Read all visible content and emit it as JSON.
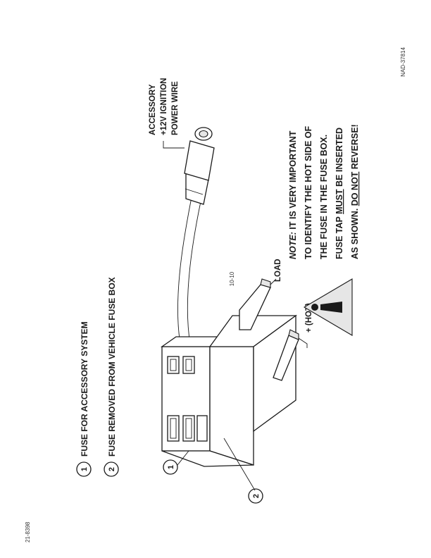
{
  "legend": {
    "items": [
      {
        "num": "1",
        "label": "FUSE FOR ACCESSORY SYSTEM"
      },
      {
        "num": "2",
        "label": "FUSE REMOVED FROM VEHICLE FUSE BOX"
      }
    ]
  },
  "callouts": {
    "power_wire": [
      "ACCESSORY",
      "+12V IGNITION",
      "POWER WIRE"
    ],
    "load": "LOAD",
    "hot": "+ (HOT)",
    "num1": "1",
    "num2": "2"
  },
  "note": {
    "lead": "NOTE:",
    "line1_rest": " IT IS VERY IMPORTANT",
    "line2": "TO IDENTIFY THE HOT SIDE OF",
    "line3": "THE FUSE IN THE FUSE BOX.",
    "line4_a": "FUSE TAP ",
    "line4_must": "MUST",
    "line4_b": " BE INSERTED",
    "line5_a": "AS SHOWN. ",
    "line5_donot": "DO NOT",
    "line5_b": " REVERSE!"
  },
  "footer": {
    "left_code": "21-8398",
    "center_code": "10-10",
    "right_code": "NAD-37814"
  }
}
